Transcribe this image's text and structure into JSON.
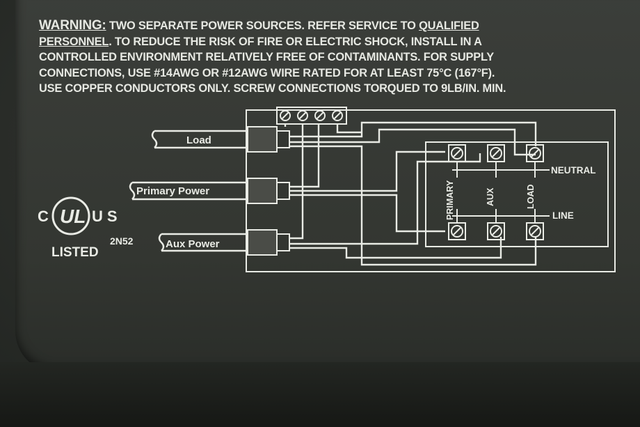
{
  "warning": {
    "heading": "WARNING:",
    "line1_rest": " TWO SEPARATE POWER SOURCES.  REFER SERVICE TO ",
    "line1_link": "QUALIFIED",
    "line2_link": "PERSONNEL",
    "line2_rest": ".  TO REDUCE THE RISK OF FIRE OR ELECTRIC SHOCK, INSTALL IN A",
    "line3": "CONTROLLED ENVIRONMENT RELATIVELY FREE OF CONTAMINANTS. FOR SUPPLY",
    "line4": "CONNECTIONS, USE #14AWG OR #12AWG WIRE RATED FOR AT LEAST 75°C (167°F).",
    "line5": "USE COPPER CONDUCTORS ONLY. SCREW CONNECTIONS TORQUED TO 9LB/IN. MIN."
  },
  "diagram": {
    "inputs": [
      {
        "label": "Load"
      },
      {
        "label": "Primary Power"
      },
      {
        "label": "Aux Power"
      }
    ],
    "terminal_columns": [
      "PRIMARY",
      "AUX",
      "LOAD"
    ],
    "rails": {
      "top": "NEUTRAL",
      "bottom": "LINE"
    }
  },
  "certification": {
    "left": "C",
    "logo": "UL",
    "right": "US",
    "listed": "LISTED",
    "code": "2N52"
  },
  "colors": {
    "print": "#e9ebe5",
    "panel": "#333631"
  }
}
